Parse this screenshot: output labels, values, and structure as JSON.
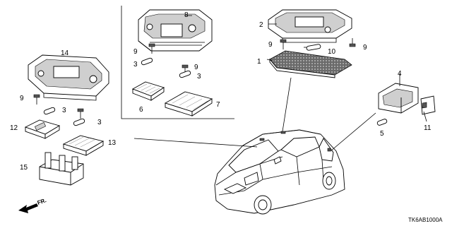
{
  "diagram_code": "TK6AB1000A",
  "direction_label": "FR.",
  "callouts": {
    "c1": "1",
    "c2": "2",
    "c3a": "3",
    "c3b": "3",
    "c3c": "3",
    "c3d": "3",
    "c4": "4",
    "c5": "5",
    "c6": "6",
    "c7": "7",
    "c8": "8",
    "c9a": "9",
    "c9b": "9",
    "c9c": "9",
    "c9d": "9",
    "c9e": "9",
    "c10": "10",
    "c11": "11",
    "c12": "12",
    "c13": "13",
    "c14": "14",
    "c15": "15"
  }
}
